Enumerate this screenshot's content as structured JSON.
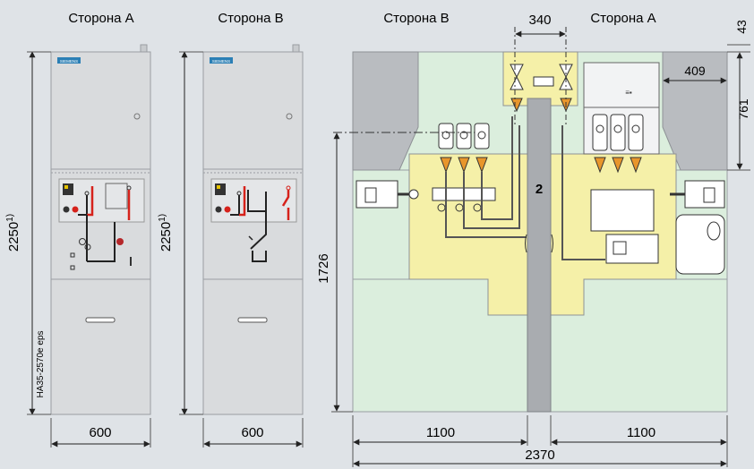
{
  "views": {
    "front_a": {
      "title": "Сторона A",
      "height": "2250",
      "height_note": "1)",
      "width": "600"
    },
    "front_b": {
      "title": "Сторона B",
      "height": "2250",
      "height_note": "1)",
      "width": "600"
    },
    "section": {
      "title_left": "Сторона B",
      "title_right": "Сторона A",
      "dim_top_center": "340",
      "dim_top_right": "43",
      "dim_right_width": "409",
      "dim_right_height": "761",
      "dim_left_height": "1726",
      "dim_bottom_left": "1100",
      "dim_bottom_right": "1100",
      "dim_total": "2370",
      "item_number": "2"
    }
  },
  "brand": "SIEMENS",
  "file_ref": "HA35-2570e eps",
  "colors": {
    "background": "#dfe3e7",
    "cabinet": "#d9dbdd",
    "gas": "#f5f0a8",
    "air": "#dbeedd",
    "wall": "#b9bcc0",
    "red": "#d6221b",
    "orange": "#e8962b"
  }
}
